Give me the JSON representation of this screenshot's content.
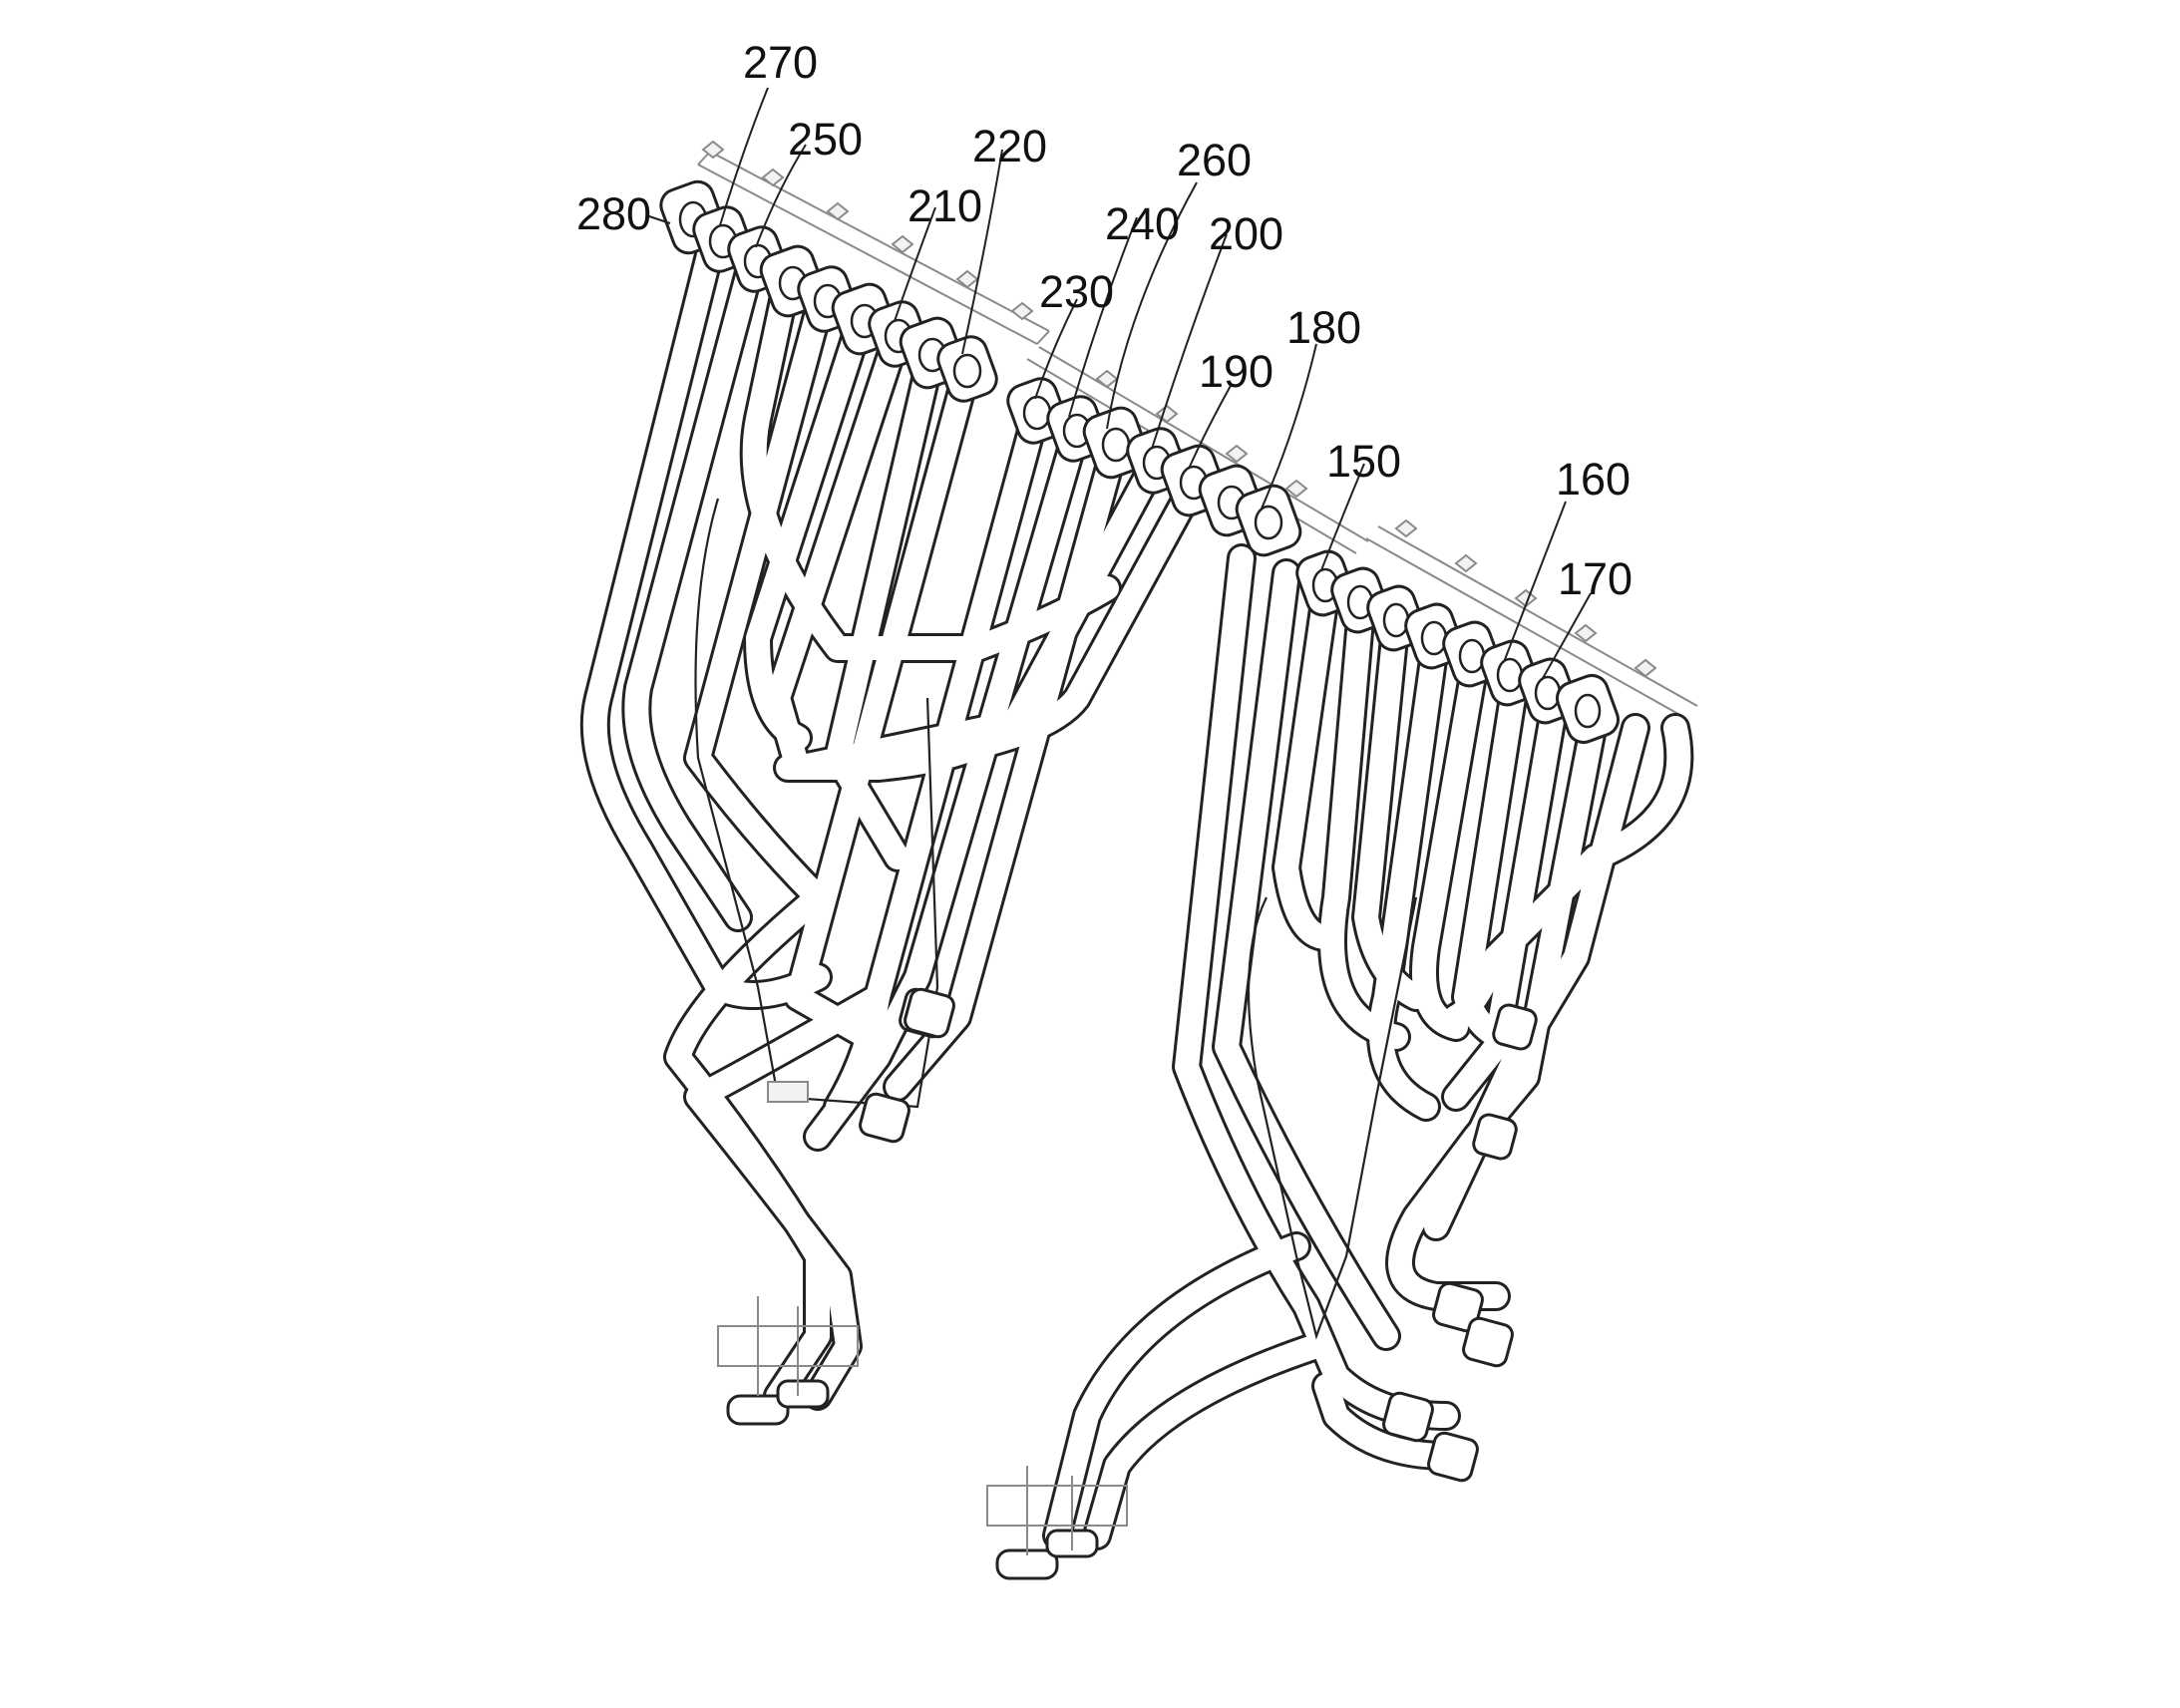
{
  "figure": {
    "reference_numerals": [
      {
        "id": "n270",
        "text": "270"
      },
      {
        "id": "n250",
        "text": "250"
      },
      {
        "id": "n280",
        "text": "280"
      },
      {
        "id": "n220",
        "text": "220"
      },
      {
        "id": "n210",
        "text": "210"
      },
      {
        "id": "n260",
        "text": "260"
      },
      {
        "id": "n240",
        "text": "240"
      },
      {
        "id": "n200",
        "text": "200"
      },
      {
        "id": "n230",
        "text": "230"
      },
      {
        "id": "n180",
        "text": "180"
      },
      {
        "id": "n190",
        "text": "190"
      },
      {
        "id": "n150",
        "text": "150"
      },
      {
        "id": "n160",
        "text": "160"
      },
      {
        "id": "n170",
        "text": "170"
      }
    ]
  }
}
